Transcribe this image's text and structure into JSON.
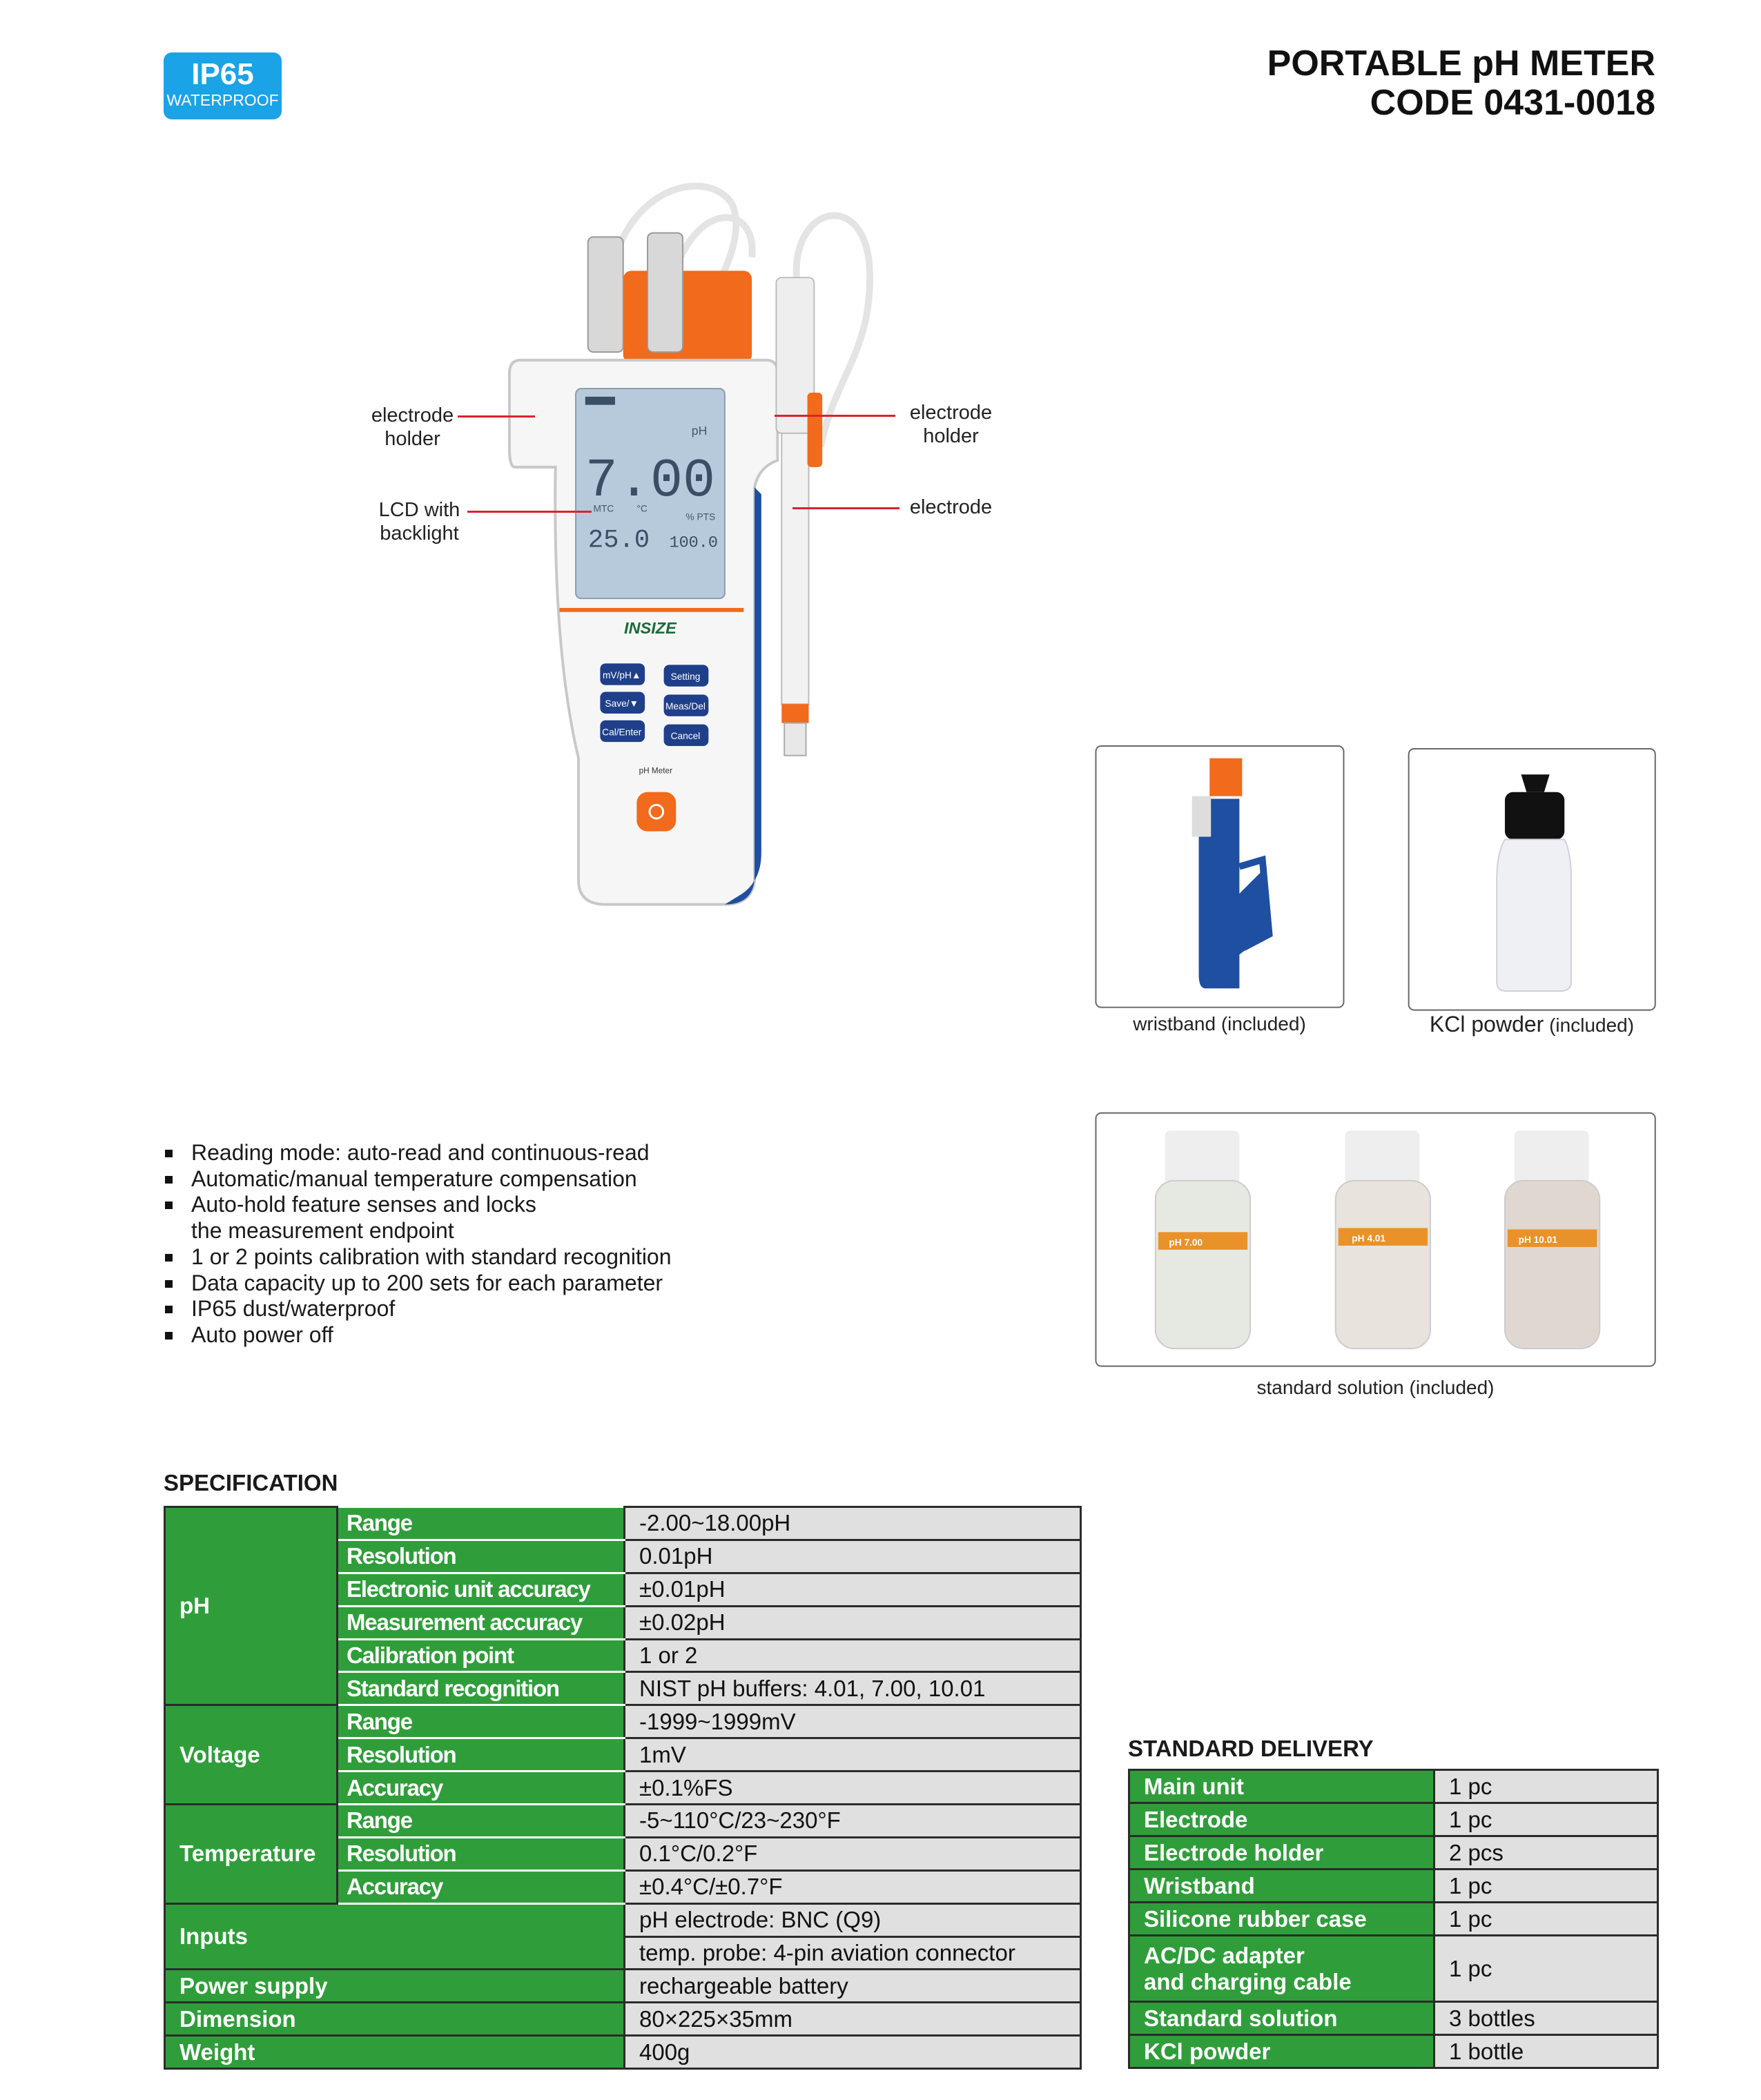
{
  "badge": {
    "line1": "IP65",
    "line2": "WATERPROOF"
  },
  "header": {
    "title_line1": "PORTABLE pH METER",
    "title_line2": "CODE 0431-0018"
  },
  "callouts": {
    "left_holder": "electrode\nholder",
    "lcd": "LCD with\nbacklight",
    "right_holder": "electrode\nholder",
    "electrode": "electrode"
  },
  "device": {
    "lcd_unit": "pH",
    "lcd_main": "7.00",
    "lcd_mtc": "MTC",
    "lcd_c": "°C",
    "lcd_pts": "% PTS",
    "lcd_temp": "25.0",
    "lcd_pct": "100.0",
    "brand": "INSIZE",
    "buttons": [
      "mV/pH▲",
      "Setting",
      "Save/▼",
      "Meas/Del",
      "Cal/Enter",
      "Cancel"
    ],
    "model_label": "pH Meter"
  },
  "accessories": {
    "wristband": "wristband (included)",
    "kcl_name": "KCl powder",
    "kcl_note": "(included)",
    "solution": "standard solution (included)",
    "bottles": [
      "pH 7.00",
      "pH 4.01",
      "pH 10.01"
    ]
  },
  "features": [
    "Reading mode: auto-read and continuous-read",
    "Automatic/manual temperature compensation",
    "Auto-hold feature senses and locks",
    "the measurement endpoint",
    "1 or 2 points calibration with standard recognition",
    "Data capacity up to 200 sets for each parameter",
    "IP65 dust/waterproof",
    "Auto power off"
  ],
  "specification": {
    "heading": "SPECIFICATION",
    "groups": {
      "ph": "pH",
      "voltage": "Voltage",
      "temperature": "Temperature",
      "inputs": "Inputs",
      "power": "Power supply",
      "dimension": "Dimension",
      "weight": "Weight"
    },
    "rows": [
      {
        "k": "Range",
        "v": "-2.00~18.00pH"
      },
      {
        "k": "Resolution",
        "v": "0.01pH"
      },
      {
        "k": "Electronic unit accuracy",
        "v": "±0.01pH"
      },
      {
        "k": "Measurement accuracy",
        "v": "±0.02pH"
      },
      {
        "k": "Calibration point",
        "v": "1 or 2"
      },
      {
        "k": "Standard recognition",
        "v": "NIST pH buffers: 4.01, 7.00, 10.01"
      },
      {
        "k": "Range",
        "v": "-1999~1999mV"
      },
      {
        "k": "Resolution",
        "v": "1mV"
      },
      {
        "k": "Accuracy",
        "v": "±0.1%FS"
      },
      {
        "k": "Range",
        "v": "-5~110°C/23~230°F"
      },
      {
        "k": "Resolution",
        "v": "0.1°C/0.2°F"
      },
      {
        "k": "Accuracy",
        "v": "±0.4°C/±0.7°F"
      },
      {
        "v": "pH electrode: BNC (Q9)"
      },
      {
        "v": "temp. probe: 4-pin aviation connector"
      },
      {
        "v": "rechargeable battery"
      },
      {
        "v": "80×225×35mm"
      },
      {
        "v": "400g"
      }
    ]
  },
  "delivery": {
    "heading": "STANDARD DELIVERY",
    "rows": [
      {
        "k": "Main unit",
        "v": "1 pc"
      },
      {
        "k": "Electrode",
        "v": "1 pc"
      },
      {
        "k": "Electrode holder",
        "v": "2 pcs"
      },
      {
        "k": "Wristband",
        "v": "1 pc"
      },
      {
        "k": "Silicone rubber case",
        "v": "1 pc"
      },
      {
        "k": "AC/DC adapter\nand charging cable",
        "v": "1 pc"
      },
      {
        "k": "Standard solution",
        "v": "3 bottles"
      },
      {
        "k": "KCl powder",
        "v": "1 bottle"
      }
    ]
  },
  "colors": {
    "green": "#2f9e3a",
    "badge": "#1aa3e6",
    "orange": "#f26a1b",
    "blue": "#1f4fa0"
  }
}
